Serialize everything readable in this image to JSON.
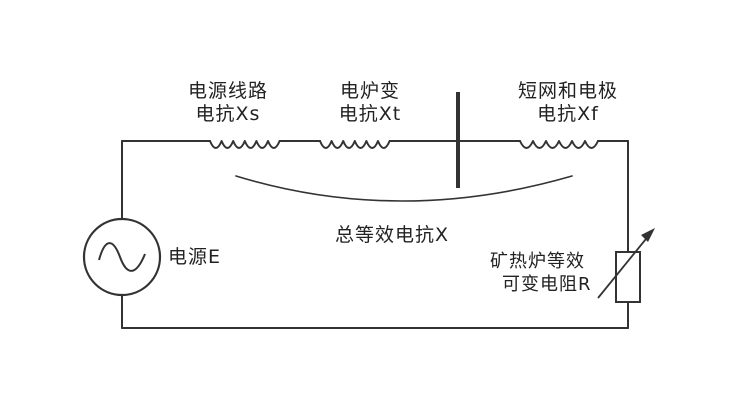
{
  "labels": {
    "source_line": [
      "电源线路",
      "电抗Xs"
    ],
    "furnace_transformer": [
      "电炉变",
      "电抗Xt"
    ],
    "short_net": [
      "短网和电极",
      "电抗Xf"
    ],
    "total": "总等效电抗X",
    "power_source": "电源E",
    "load": [
      "矿热炉等效",
      "可变电阻R"
    ]
  },
  "colors": {
    "wire": "#333333",
    "text": "#222222"
  }
}
